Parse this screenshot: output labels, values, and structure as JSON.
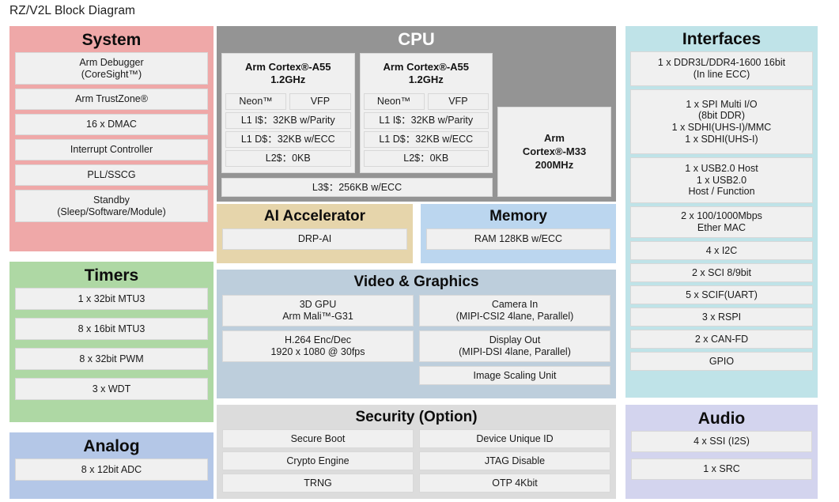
{
  "title": "RZ/V2L Block Diagram",
  "colors": {
    "system": "#efa8a8",
    "timers": "#aed8a4",
    "analog": "#b4c7e7",
    "cpu": "#949494",
    "ai": "#e6d5ab",
    "memory": "#bbd6ef",
    "video": "#bdcedc",
    "security": "#dcdcdc",
    "interfaces": "#bfe3e8",
    "audio": "#d3d4ee",
    "cell": "#f0f0f0"
  },
  "system": {
    "title": "System",
    "items": [
      "Arm Debugger\n(CoreSight™)",
      "Arm TrustZone®",
      "16 x DMAC",
      "Interrupt Controller",
      "PLL/SSCG",
      "Standby\n(Sleep/Software/Module)"
    ]
  },
  "timers": {
    "title": "Timers",
    "items": [
      "1 x 32bit MTU3",
      "8 x 16bit MTU3",
      "8 x 32bit PWM",
      "3 x WDT"
    ]
  },
  "analog": {
    "title": "Analog",
    "items": [
      "8 x 12bit ADC"
    ]
  },
  "cpu": {
    "title": "CPU",
    "cores": [
      {
        "name": "Arm Cortex®-A55\n1.2GHz",
        "sub": [
          "Neon™",
          "VFP"
        ],
        "lines": [
          "L1 I$：32KB w/Parity",
          "L1 D$：32KB w/ECC",
          "L2$：0KB"
        ]
      },
      {
        "name": "Arm Cortex®-A55\n1.2GHz",
        "sub": [
          "Neon™",
          "VFP"
        ],
        "lines": [
          "L1 I$：32KB w/Parity",
          "L1 D$：32KB w/ECC",
          "L2$：0KB"
        ]
      }
    ],
    "l3": "L3$：256KB w/ECC",
    "m33": "Arm\nCortex®-M33\n200MHz"
  },
  "ai_accelerator": {
    "title": "AI Accelerator",
    "items": [
      "DRP-AI"
    ]
  },
  "memory": {
    "title": "Memory",
    "items": [
      "RAM 128KB w/ECC"
    ]
  },
  "video": {
    "title": "Video & Graphics",
    "left": [
      "3D GPU\nArm Mali™-G31",
      "H.264 Enc/Dec\n1920 x 1080 @ 30fps"
    ],
    "right": [
      "Camera In\n(MIPI-CSI2 4lane, Parallel)",
      "Display Out\n(MIPI-DSI 4lane, Parallel)",
      "Image Scaling Unit"
    ]
  },
  "security": {
    "title": "Security (Option)",
    "left": [
      "Secure Boot",
      "Crypto Engine",
      "TRNG"
    ],
    "right": [
      "Device Unique ID",
      "JTAG Disable",
      "OTP 4Kbit"
    ]
  },
  "interfaces": {
    "title": "Interfaces",
    "items": [
      "1 x DDR3L/DDR4-1600 16bit\n(In line ECC)",
      "1 x SPI Multi I/O\n(8bit DDR)\n1 x SDHI(UHS-I)/MMC\n1 x SDHI(UHS-I)",
      "1 x USB2.0 Host\n1 x USB2.0\nHost / Function",
      "2 x 100/1000Mbps\nEther MAC",
      "4 x I2C",
      "2 x SCI 8/9bit",
      "5 x SCIF(UART)",
      "3 x RSPI",
      "2 x CAN-FD",
      "GPIO"
    ],
    "heights": [
      44,
      82,
      58,
      40,
      24,
      24,
      24,
      24,
      24,
      24
    ]
  },
  "audio": {
    "title": "Audio",
    "items": [
      "4 x SSI (I2S)",
      "1 x SRC"
    ]
  }
}
